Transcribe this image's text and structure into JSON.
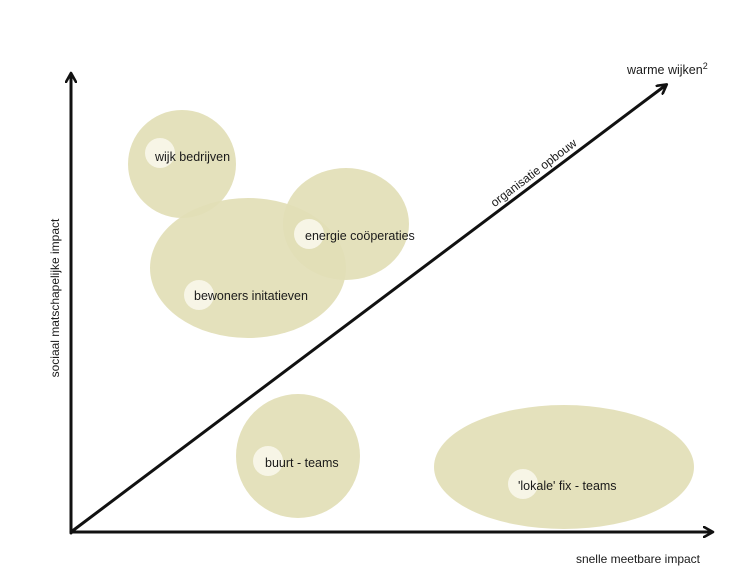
{
  "colors": {
    "bubble": "#e2deb6",
    "bubble_stroke": "#d6d19f",
    "highlight": "#f7f5e6",
    "axis": "#111111",
    "text": "#1a1a1a"
  },
  "axes": {
    "x_label": "snelle meetbare impact",
    "y_label": "sociaal matschapelijke impact"
  },
  "diagonal": {
    "label": "organisatie opbouw",
    "end_label": "warme wijken",
    "end_label_sup": "2"
  },
  "bubbles": [
    {
      "id": "wijk-bedrijven",
      "label": "wijk bedrijven"
    },
    {
      "id": "bewoners-initiatieven",
      "label": "bewoners initatieven"
    },
    {
      "id": "energie-cooperaties",
      "label": "energie coöperaties"
    },
    {
      "id": "buurt-teams",
      "label": "buurt - teams"
    },
    {
      "id": "lokale-fix-teams",
      "label": "'lokale' fix - teams"
    }
  ]
}
